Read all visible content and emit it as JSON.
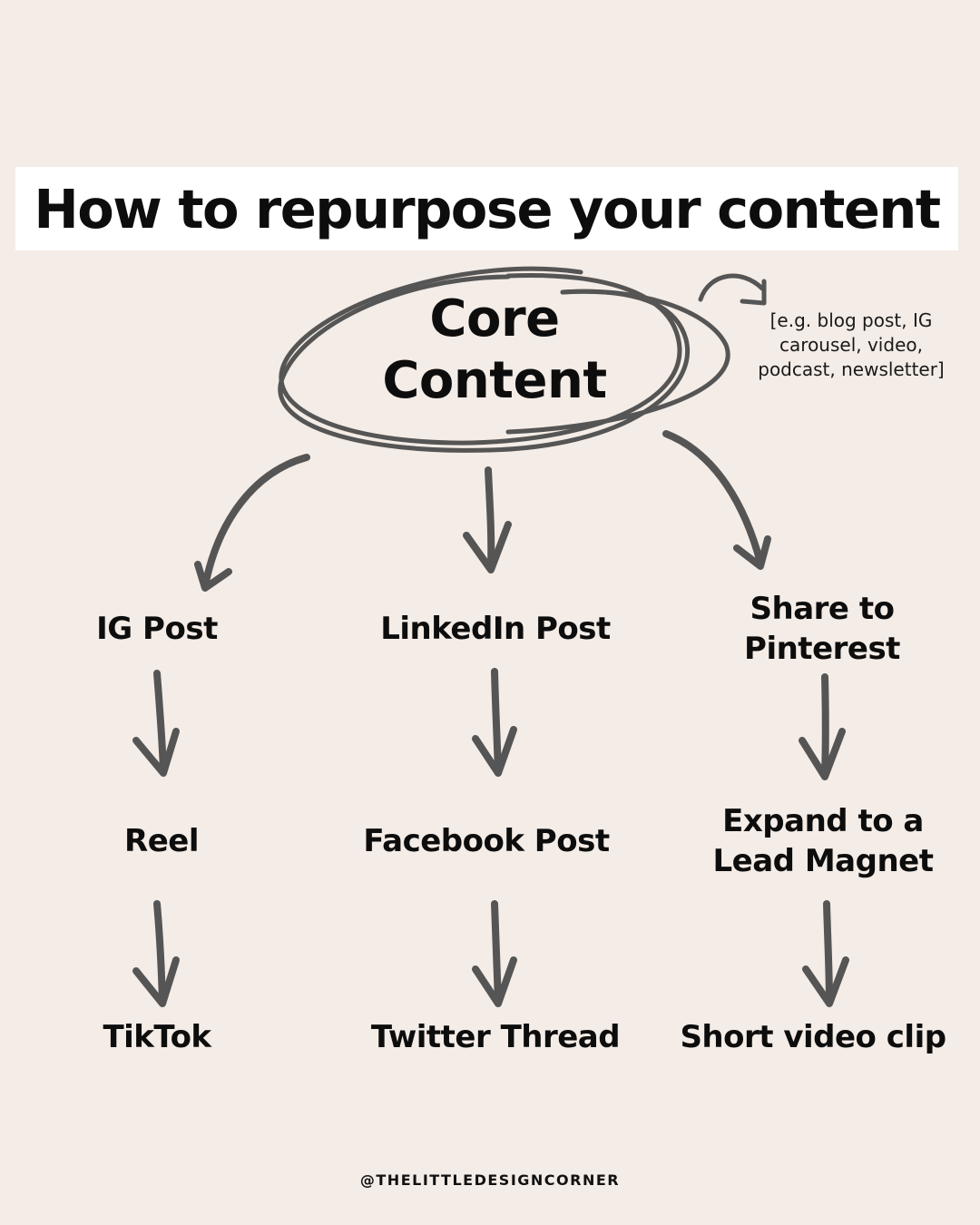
{
  "title": "How to repurpose your content",
  "core": {
    "line1": "Core",
    "line2": "Content"
  },
  "note": "[e.g. blog post, IG carousel, video, podcast, newsletter]",
  "columns": [
    {
      "items": [
        {
          "line1": "IG Post"
        },
        {
          "line1": "Reel"
        },
        {
          "line1": "TikTok"
        }
      ]
    },
    {
      "items": [
        {
          "line1": "LinkedIn Post"
        },
        {
          "line1": "Facebook Post"
        },
        {
          "line1": "Twitter Thread"
        }
      ]
    },
    {
      "items": [
        {
          "line1": "Share to",
          "line2": "Pinterest"
        },
        {
          "line1": "Expand to a",
          "line2": "Lead Magnet"
        },
        {
          "line1": "Short video clip"
        }
      ]
    }
  ],
  "handle": "@THELITTLEDESIGNCORNER",
  "colors": {
    "background": "#f4ece6",
    "title_box": "#ffffff",
    "text": "#0d0d0d",
    "arrow": "#555555"
  }
}
